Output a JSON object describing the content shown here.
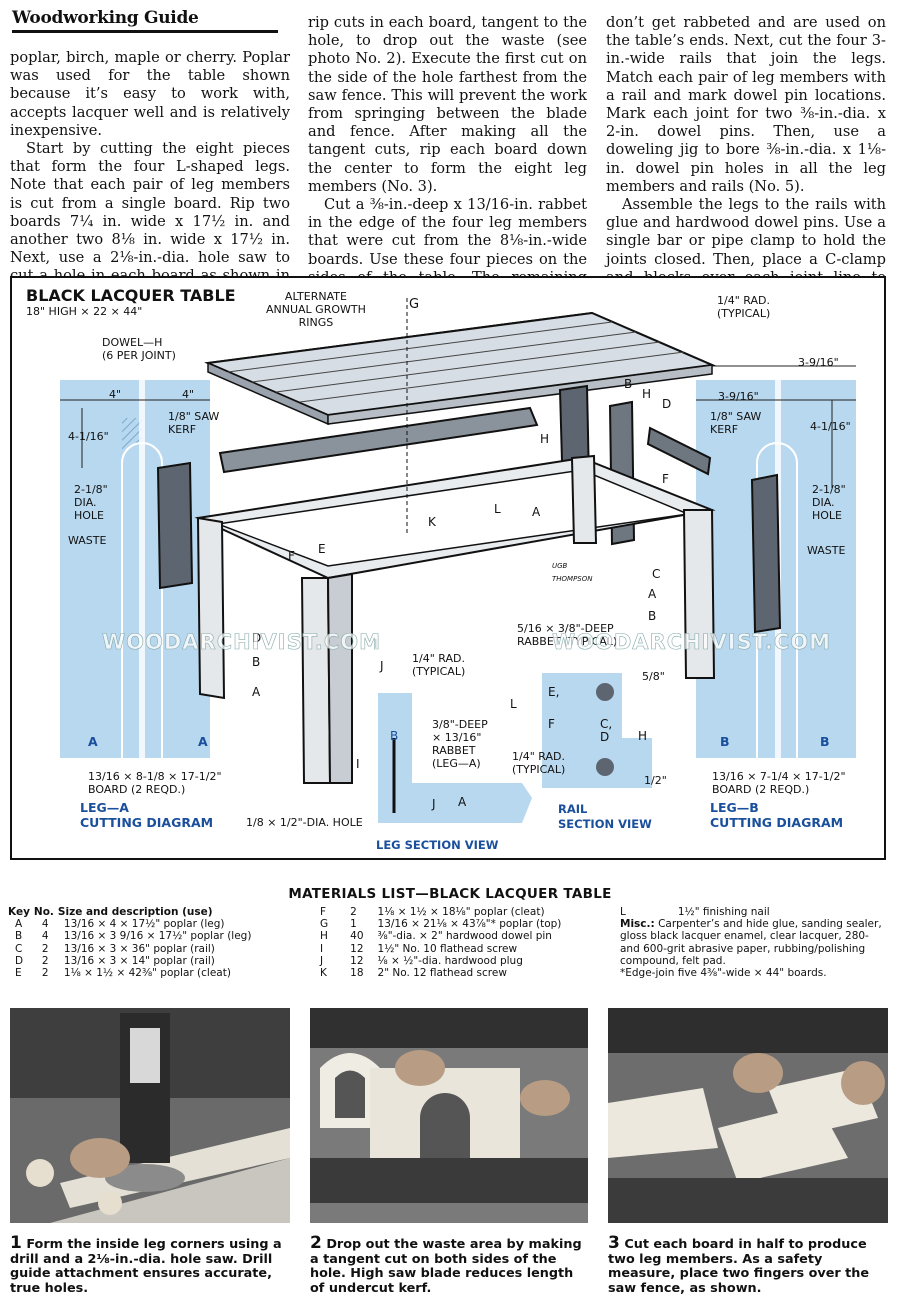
{
  "header": {
    "title": "Woodworking Guide"
  },
  "column1": [
    "poplar, birch, maple or cherry. Poplar was used for the table shown because it’s easy to work with, accepts lacquer well and is relatively inexpensive.",
    "Start by cutting the eight pieces that form the four L-shaped legs. Note that each pair of leg members is cut from a single board. Rip two boards 7¼ in. wide x 17½ in. and another two 8⅛ in. wide x 17½ in. Next, use a 2⅛-in.-dia. hole saw to cut a hole in each board as shown in the drawing. Then, make two"
  ],
  "column2": [
    "rip cuts in each board, tangent to the hole, to drop out the waste (see photo No. 2). Execute the first cut on the side of the hole farthest from the saw fence. This will prevent the work from springing between the blade and fence. After making all the tangent cuts, rip each board down the center to form the eight leg members (No. 3).",
    "Cut a ⅜-in.-deep x 13/16-in. rabbet in the edge of the four leg members that were cut from the 8⅛-in.-wide boards. Use these four pieces on the sides of the table. The remaining four leg members"
  ],
  "column3": [
    "don’t get rabbeted and are used on the table’s ends. Next, cut the four 3-in.-wide rails that join the legs. Match each pair of leg members with a rail and mark dowel pin locations. Mark each joint for two ⅜-in.-dia. x 2-in. dowel pins. Then, use a doweling jig to bore ⅜-in.-dia. x 1⅛-in. dowel pin holes in all the leg members and rails (No. 5).",
    "Assemble the legs to the rails with glue and hardwood dowel pins. Use a single bar or pipe clamp to hold the joints closed. Then, place a C-clamp and blocks over each joint line to prevent"
  ],
  "diagram": {
    "title": "BLACK LACQUER TABLE",
    "subtitle": "18\" HIGH × 22 × 44\"",
    "labels": {
      "alternate": "ALTERNATE\nANNUAL GROWTH\nRINGS",
      "g": "G",
      "rad_top": "1/4\" RAD.\n(TYPICAL)",
      "dowel": "DOWEL—H\n(6 PER JOINT)",
      "four_a": "4\"",
      "four_b": "4\"",
      "dim_4_1_16_left": "4-1/16\"",
      "saw_kerf_left": "1/8\" SAW\nKERF",
      "hole_left": "2-1/8\"\nDIA.\nHOLE",
      "waste_left": "WASTE",
      "a1": "A",
      "a2": "A",
      "board_a": "13/16 × 8-1/8 × 17-1/2\"\nBOARD (2 REQD.)",
      "leg_a": "LEG—A\nCUTTING DIAGRAM",
      "dim_3_9_16_top": "3-9/16\"",
      "dim_3_9_16": "3-9/16\"",
      "saw_kerf_right": "1/8\" SAW\nKERF",
      "dim_4_1_16_right": "4-1/16\"",
      "hole_right": "2-1/8\"\nDIA.\nHOLE",
      "waste_right": "WASTE",
      "b1": "B",
      "b2": "B",
      "board_b": "13/16 × 7-1/4 × 17-1/2\"\nBOARD (2 REQD.)",
      "leg_b": "LEG—B\nCUTTING DIAGRAM",
      "b_top": "B",
      "h_top": "H",
      "d_top": "D",
      "h_mid": "H",
      "f_right": "F",
      "l_mid": "L",
      "a_mid": "A",
      "k": "K",
      "f_left": "F",
      "e": "E",
      "c": "C",
      "a_right": "A",
      "b_right": "B",
      "d_left": "D",
      "b_left": "B",
      "a_left": "A",
      "i_j": "I",
      "j": "J",
      "rad_typ1": "1/4\" RAD.\n(TYPICAL)",
      "rabbet_typ": "5/16 × 3/8\"-DEEP\nRABBET (TYPICAL)",
      "rabbet_leg": "3/8\"-DEEP\n× 13/16\"\nRABBET\n(LEG—A)",
      "i_sec": "I",
      "b_sec": "B",
      "j_sec": "J",
      "a_sec": "A",
      "hole_note": "1/8 × 1/2\"-DIA. HOLE",
      "leg_section": "LEG SECTION VIEW",
      "rad_typ2": "1/4\" RAD.\n(TYPICAL)",
      "e_rail": "E,",
      "f_rail": "F",
      "l_rail": "L",
      "cd_rail": "C,\nD",
      "h_rail": "H",
      "five_eighths": "5/8\"",
      "half": "1/2\"",
      "rail_section": "RAIL\nSECTION VIEW",
      "signature": "UGB\nTHOMPSON"
    },
    "watermarks": [
      "WOODARCHIVIST.COM",
      "WOODARCHIVIST.COM"
    ]
  },
  "materials": {
    "title": "MATERIALS LIST—BLACK LACQUER TABLE",
    "headers": [
      "Key",
      "No.",
      "Size and description (use)"
    ],
    "rows1": [
      [
        "A",
        "4",
        "13/16 × 4 × 17½\" poplar (leg)"
      ],
      [
        "B",
        "4",
        "13/16 × 3 9/16 × 17½\" poplar (leg)"
      ],
      [
        "C",
        "2",
        "13/16 × 3 × 36\" poplar (rail)"
      ],
      [
        "D",
        "2",
        "13/16 × 3 × 14\" poplar (rail)"
      ],
      [
        "E",
        "2",
        "1⅛ × 1½ × 42⅜\" poplar (cleat)"
      ]
    ],
    "rows2": [
      [
        "F",
        "2",
        "1⅛ × 1½ × 18⅛\" poplar (cleat)"
      ],
      [
        "G",
        "1",
        "13/16 × 21⅛ × 43⅞\"* poplar (top)"
      ],
      [
        "H",
        "40",
        "⅜\"-dia. × 2\" hardwood dowel pin"
      ],
      [
        "I",
        "12",
        "1½\" No. 10 flathead screw"
      ],
      [
        "J",
        "12",
        "⅛ × ½\"-dia. hardwood plug"
      ],
      [
        "K",
        "18",
        "2\" No. 12 flathead screw"
      ]
    ],
    "row3": [
      "L",
      "",
      "1½\" finishing nail"
    ],
    "misc_label": "Misc.:",
    "misc": "Carpenter’s and hide glue, sanding sealer, gloss black lacquer enamel, clear lacquer, 280- and 600-grit abrasive paper, rubbing/polishing compound, felt pad.",
    "footnote": "*Edge-join five 4⅜\"-wide × 44\" boards."
  },
  "captions": [
    {
      "num": "1",
      "text": "Form the inside leg corners using a drill and a 2⅛-in.-dia. hole saw. Drill guide attachment ensures accurate, true holes."
    },
    {
      "num": "2",
      "text": "Drop out the waste area by making a tangent cut on both sides of the hole. High saw blade reduces length of undercut kerf."
    },
    {
      "num": "3",
      "text": "Cut each board in half to produce two leg members. As a safety measure, place two fingers over the saw fence, as shown."
    }
  ]
}
